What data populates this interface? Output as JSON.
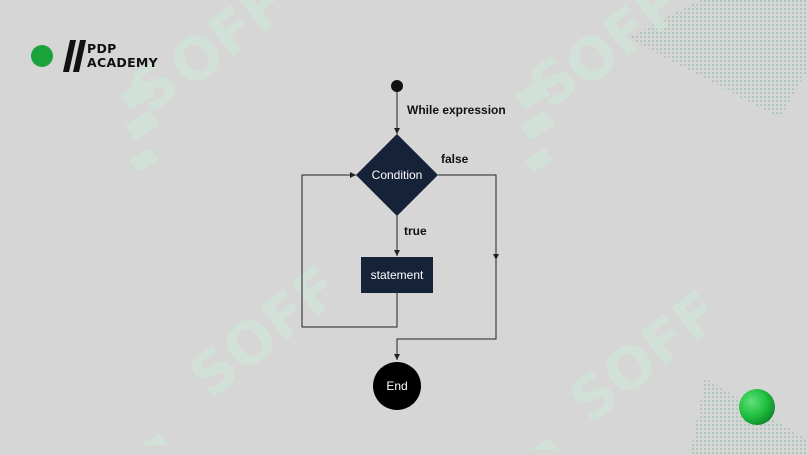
{
  "brand": {
    "line1": "PDP",
    "line2": "ACADEMY",
    "dot_color": "#1aa33a"
  },
  "watermark": {
    "text": "SOFF",
    "color": "#c8e6d2"
  },
  "flowchart": {
    "start_label": "While expression",
    "decision_label": "Condition",
    "true_label": "true",
    "false_label": "false",
    "statement_label": "statement",
    "end_label": "End",
    "node_color": "#152238",
    "end_color": "#000000",
    "line_color": "#222222"
  },
  "decor": {
    "dot_pattern_color": "#7fb79a",
    "ball_color": "#1fbf3f"
  }
}
